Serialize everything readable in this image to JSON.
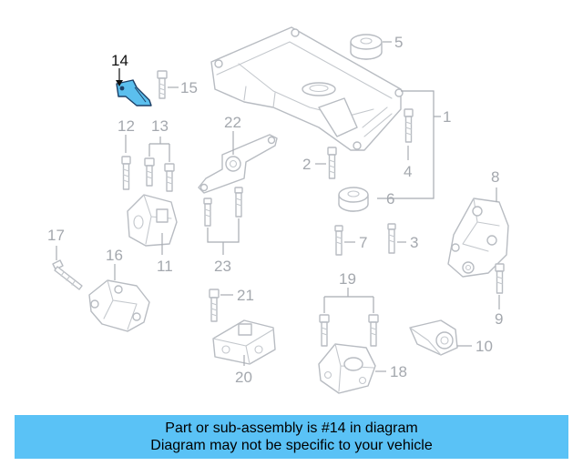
{
  "diagram": {
    "callouts": [
      {
        "id": "14",
        "label": "14",
        "highlighted": true
      },
      {
        "id": "15",
        "label": "15"
      },
      {
        "id": "12",
        "label": "12"
      },
      {
        "id": "13",
        "label": "13"
      },
      {
        "id": "22",
        "label": "22"
      },
      {
        "id": "5",
        "label": "5"
      },
      {
        "id": "1",
        "label": "1"
      },
      {
        "id": "2",
        "label": "2"
      },
      {
        "id": "4",
        "label": "4"
      },
      {
        "id": "6",
        "label": "6"
      },
      {
        "id": "8",
        "label": "8"
      },
      {
        "id": "17",
        "label": "17"
      },
      {
        "id": "16",
        "label": "16"
      },
      {
        "id": "11",
        "label": "11"
      },
      {
        "id": "23",
        "label": "23"
      },
      {
        "id": "7",
        "label": "7"
      },
      {
        "id": "3",
        "label": "3"
      },
      {
        "id": "9",
        "label": "9"
      },
      {
        "id": "21",
        "label": "21"
      },
      {
        "id": "19",
        "label": "19"
      },
      {
        "id": "10",
        "label": "10"
      },
      {
        "id": "20",
        "label": "20"
      },
      {
        "id": "18",
        "label": "18"
      }
    ],
    "highlight_color": "#5bbfee"
  },
  "banner": {
    "line1": "Part or sub-assembly is #14 in diagram",
    "line2": "Diagram may not be specific to your vehicle",
    "color": "#5ac2f6"
  }
}
